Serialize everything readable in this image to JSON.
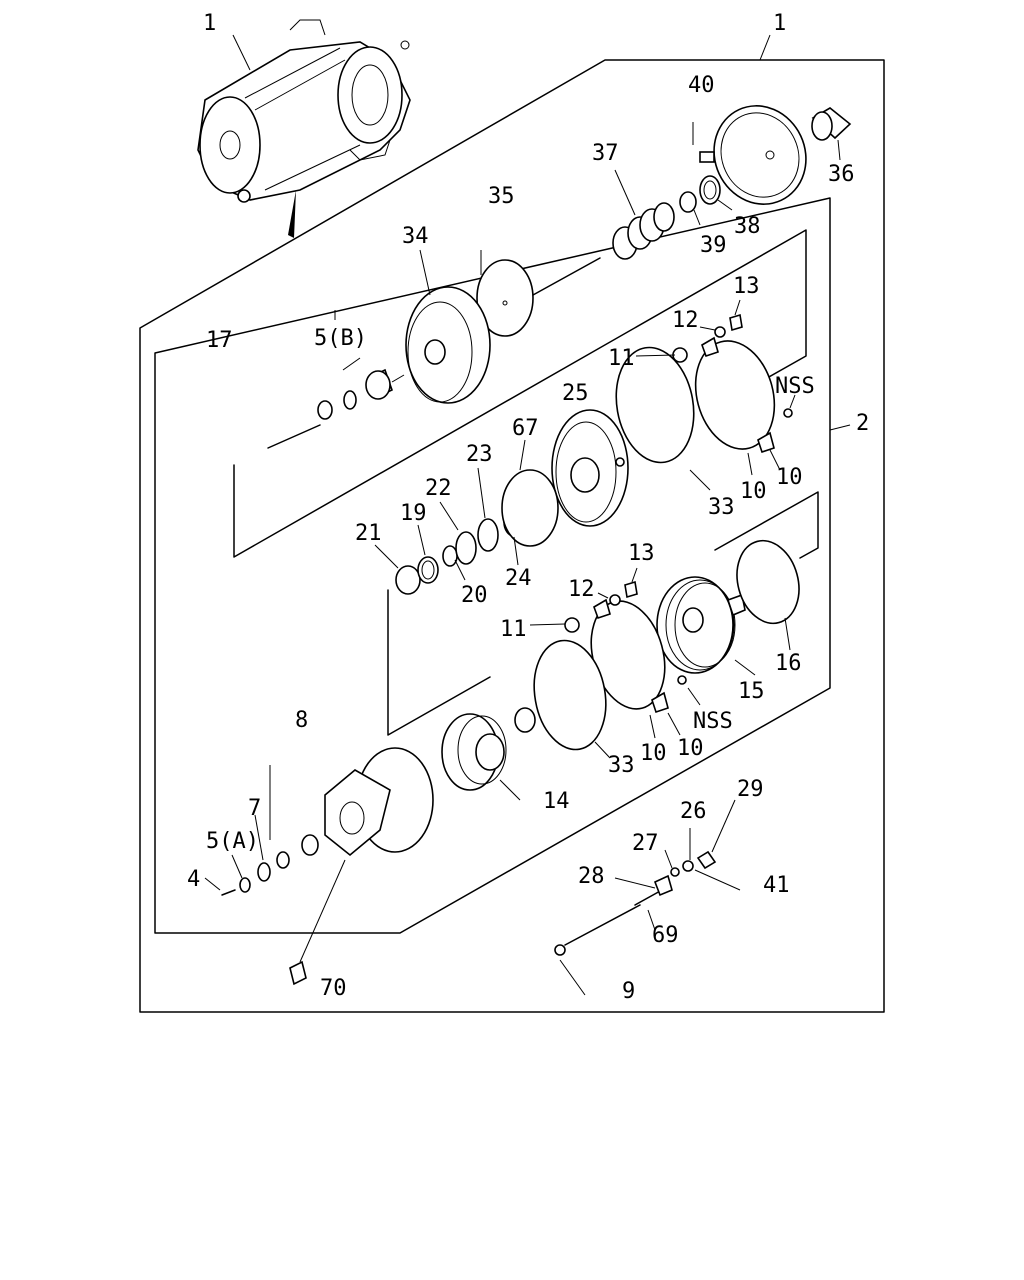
{
  "callouts": {
    "n1a": "1",
    "n1b": "1",
    "n2": "2",
    "n4": "4",
    "n5a": "5(A)",
    "n5b": "5(B)",
    "n7": "7",
    "n8": "8",
    "n9": "9",
    "n10a": "10",
    "n10b": "10",
    "n10c": "10",
    "n10d": "10",
    "n11a": "11",
    "n11b": "11",
    "n12a": "12",
    "n12b": "12",
    "n13a": "13",
    "n13b": "13",
    "n14": "14",
    "n15": "15",
    "n16": "16",
    "n17": "17",
    "n19": "19",
    "n20": "20",
    "n21": "21",
    "n22": "22",
    "n23": "23",
    "n24": "24",
    "n25": "25",
    "n26": "26",
    "n27": "27",
    "n28": "28",
    "n29": "29",
    "n33a": "33",
    "n33b": "33",
    "n34": "34",
    "n35": "35",
    "n36": "36",
    "n37": "37",
    "n38": "38",
    "n39": "39",
    "n40": "40",
    "n41": "41",
    "n67": "67",
    "n69": "69",
    "n70": "70",
    "nssA": "NSS",
    "nssB": "NSS"
  }
}
